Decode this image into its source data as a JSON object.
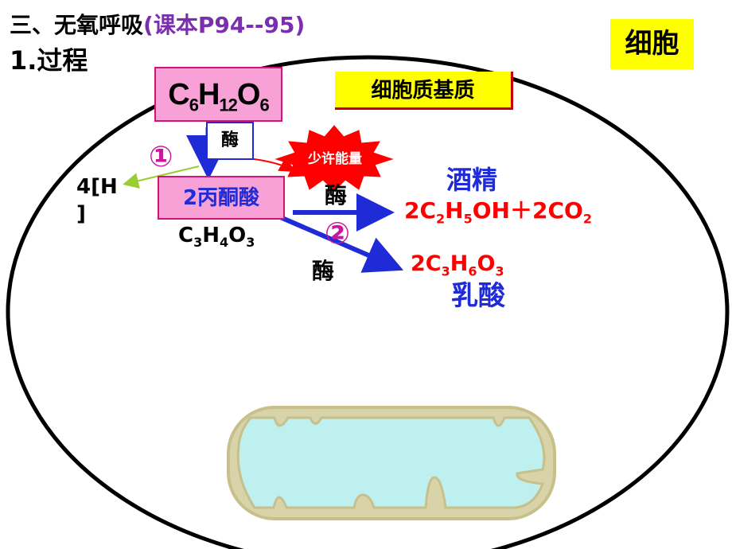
{
  "title": {
    "main": "三、无氧呼吸",
    "ref": "(课本P94--95)"
  },
  "subtitle": "1.过程",
  "cell_label": "细胞",
  "cytoplasm_label": "细胞质基质",
  "glucose": {
    "c": "C",
    "c_n": "6",
    "h": "H",
    "h_n": "12",
    "o": "O",
    "o_n": "6"
  },
  "enzyme_label": "酶",
  "step1_marker": "①",
  "step2_marker": "②",
  "energy_label": "少许能量",
  "hydrogen": {
    "line1": "4[H",
    "line2": "]"
  },
  "pyruvate_box": "2丙酮酸",
  "pyruvate_formula": {
    "c": "C",
    "c_n": "3",
    "h": "H",
    "h_n": "4",
    "o": "O",
    "o_n": "3"
  },
  "alcohol_label": "酒精",
  "alcohol_products": {
    "coef1": "2C",
    "n1": "2",
    "h": "H",
    "n2": "5",
    "tail": "OH＋2CO",
    "n3": "2"
  },
  "lactic_product": {
    "coef": "2C",
    "n1": "3",
    "h": "H",
    "n2": "6",
    "o": "O",
    "n3": "3"
  },
  "lactic_label": "乳酸",
  "colors": {
    "blue": "#1f2bd6",
    "red": "#ff0000",
    "pink_box": "#f7a1d6",
    "yellow_box": "#ffff00",
    "mito_fill": "#bff0f0",
    "mito_outline": "#c8c08a"
  }
}
